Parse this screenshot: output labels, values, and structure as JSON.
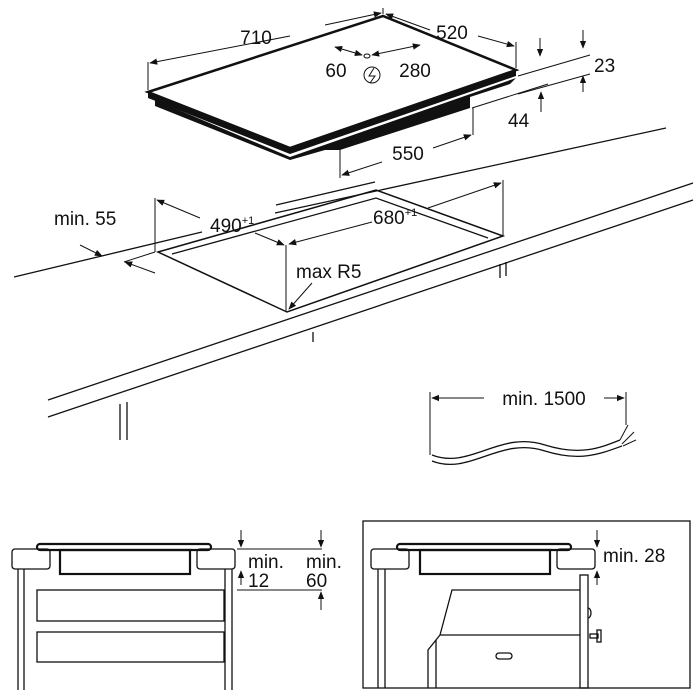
{
  "hob_dimensions": {
    "width": "710",
    "depth": "520",
    "connection_left": "60",
    "connection_right": "280",
    "glass_thickness": "23",
    "total_height": "44",
    "bottom_width": "550"
  },
  "cutout_dimensions": {
    "depth": "490",
    "depth_tolerance": "+1",
    "width": "680",
    "width_tolerance": "+1",
    "front_distance": "min. 55",
    "corner_radius": "max R5"
  },
  "cable": {
    "min_length": "min. 1500"
  },
  "installation_drawer": {
    "min_label_1": "min.",
    "min_value_1": "12",
    "min_label_2": "min.",
    "min_value_2": "60"
  },
  "installation_oven": {
    "min_gap": "min. 28"
  },
  "icons": [
    "electrical-connection-icon"
  ],
  "colors": {
    "line": "#111111",
    "background": "#ffffff"
  }
}
